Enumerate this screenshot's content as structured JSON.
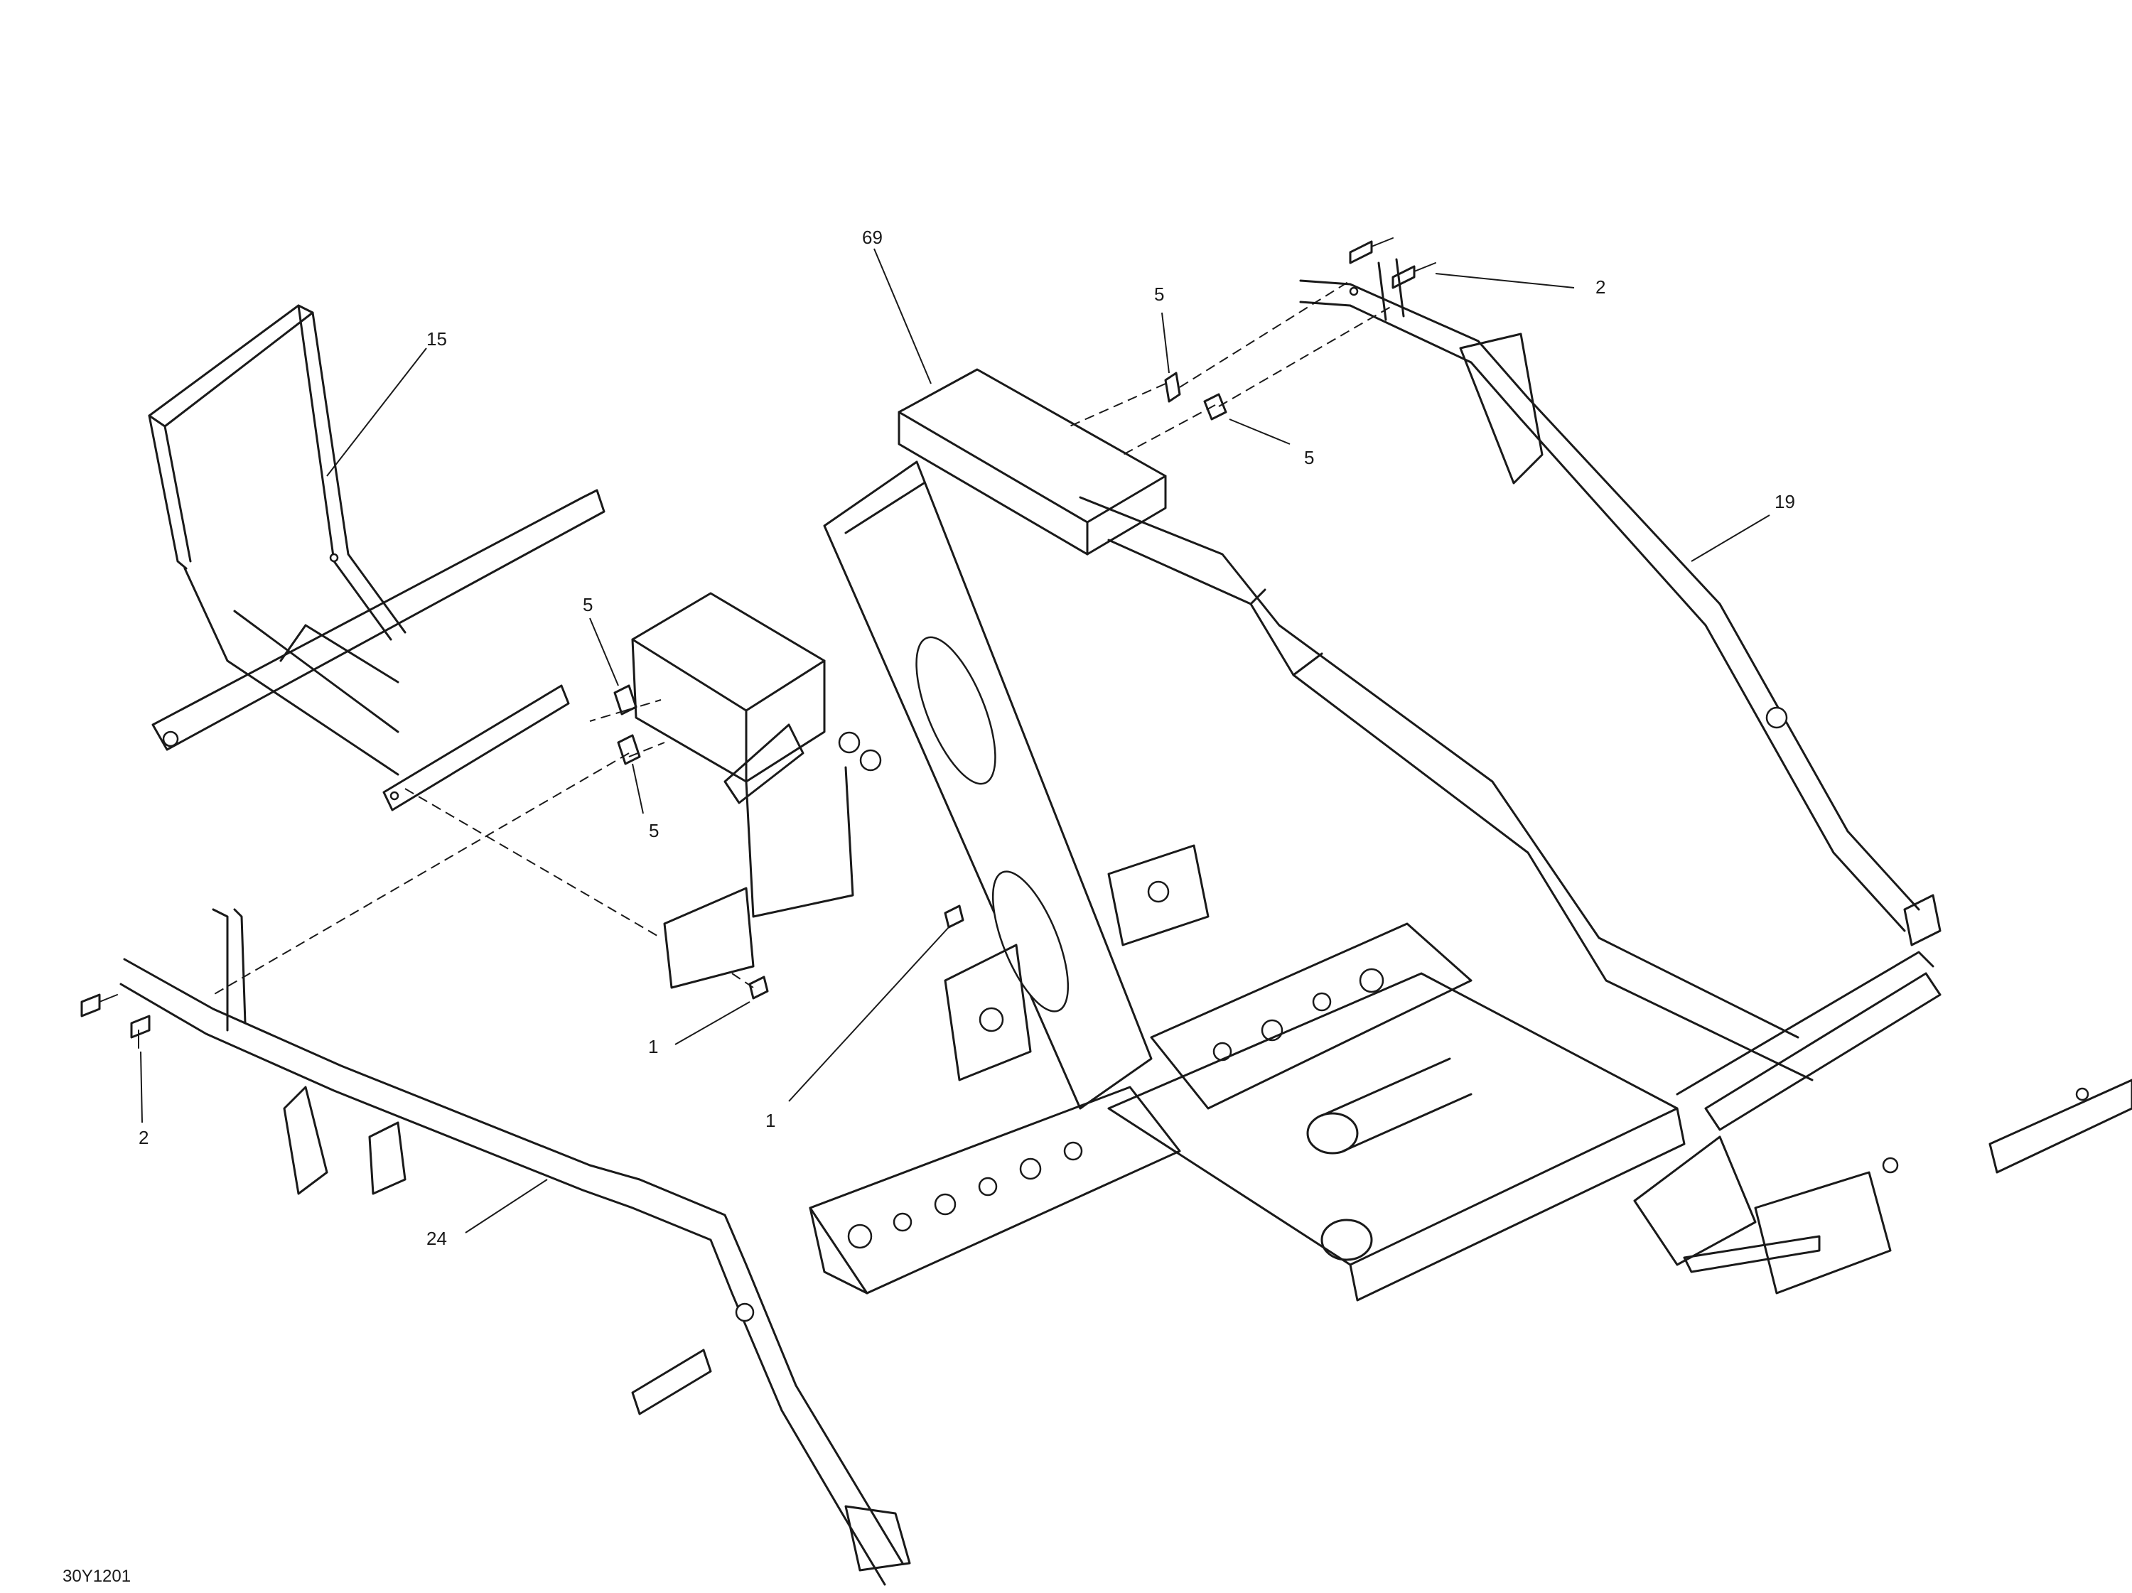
{
  "figure_code": "30Y1201",
  "callouts": {
    "frame_main": "69",
    "rear_support": "15",
    "tube_right": "19",
    "tube_left": "24",
    "bolt_right": "2",
    "bolt_left": "2",
    "clip_top_left": "5",
    "clip_top_right": "5",
    "clip_mid_upper": "5",
    "clip_mid_lower": "5",
    "screw_center": "1",
    "screw_lower": "1"
  }
}
